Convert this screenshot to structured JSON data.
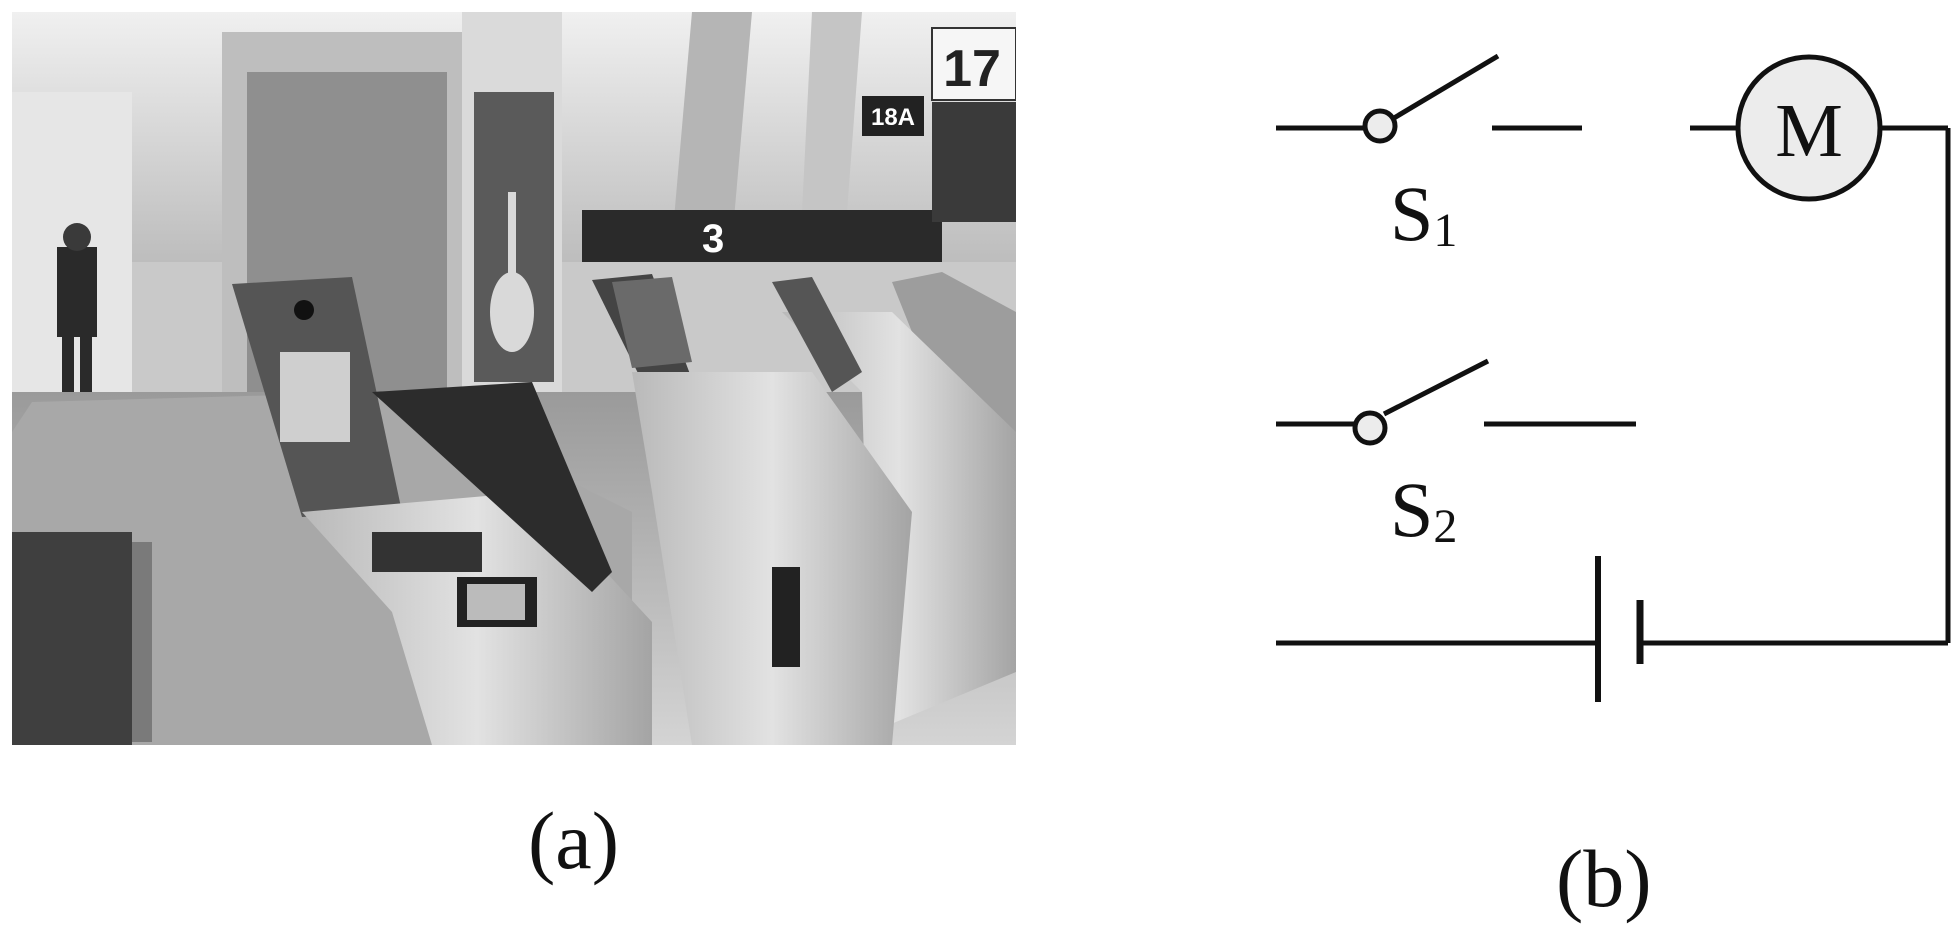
{
  "photo": {
    "sign_platform_number": "17",
    "sign_gate_label": "18A",
    "sign_gate_number": "3"
  },
  "circuit": {
    "switch1_label": "S",
    "switch1_subscript": "1",
    "switch2_label": "S",
    "switch2_subscript": "2",
    "motor_label": "M"
  },
  "captions": {
    "a": "(a)",
    "b": "(b)"
  }
}
